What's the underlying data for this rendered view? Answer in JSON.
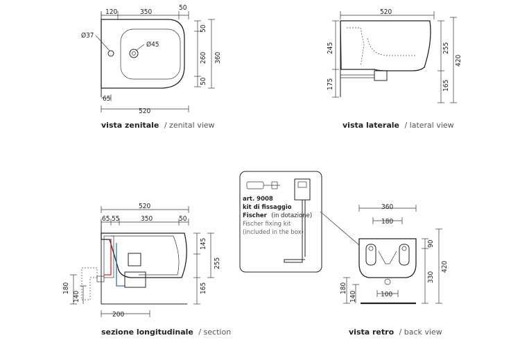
{
  "views": {
    "top": {
      "caption_strong": "vista zenitale",
      "caption_light": "/ zenital view",
      "dims": {
        "d120": "120",
        "d350": "350",
        "d50": "50",
        "d37": "Ø37",
        "d45": "Ø45",
        "d50a": "50",
        "d260": "260",
        "d50b": "50",
        "d360": "360",
        "d65": "65",
        "d520": "520"
      }
    },
    "lateral": {
      "caption_strong": "vista laterale",
      "caption_light": "/ lateral view",
      "dims": {
        "d520": "520",
        "d245": "245",
        "d175": "175",
        "d255": "255",
        "d165": "165",
        "d420": "420"
      }
    },
    "section": {
      "caption_strong": "sezione longitudinale",
      "caption_light": "/ section",
      "dims": {
        "d520": "520",
        "d65": "65",
        "d55": "55",
        "d350": "350",
        "d50": "50",
        "d145": "145",
        "d255": "255",
        "d165": "165",
        "d180": "180",
        "d140": "140",
        "d200": "200"
      }
    },
    "back": {
      "caption_strong": "vista retro",
      "caption_light": "/ back view",
      "dims": {
        "d360": "360",
        "d180": "180",
        "d90": "90",
        "d330": "330",
        "d420": "420",
        "d180b": "180",
        "d140": "140",
        "d100": "100"
      }
    }
  },
  "kit_note": {
    "line1": "art. 9008",
    "line2": "kit di fissaggio",
    "line3": "Fischer",
    "line3b": "(in dotazione)",
    "line4": "Fischer fixing kit",
    "line5": "(included in the box)"
  }
}
